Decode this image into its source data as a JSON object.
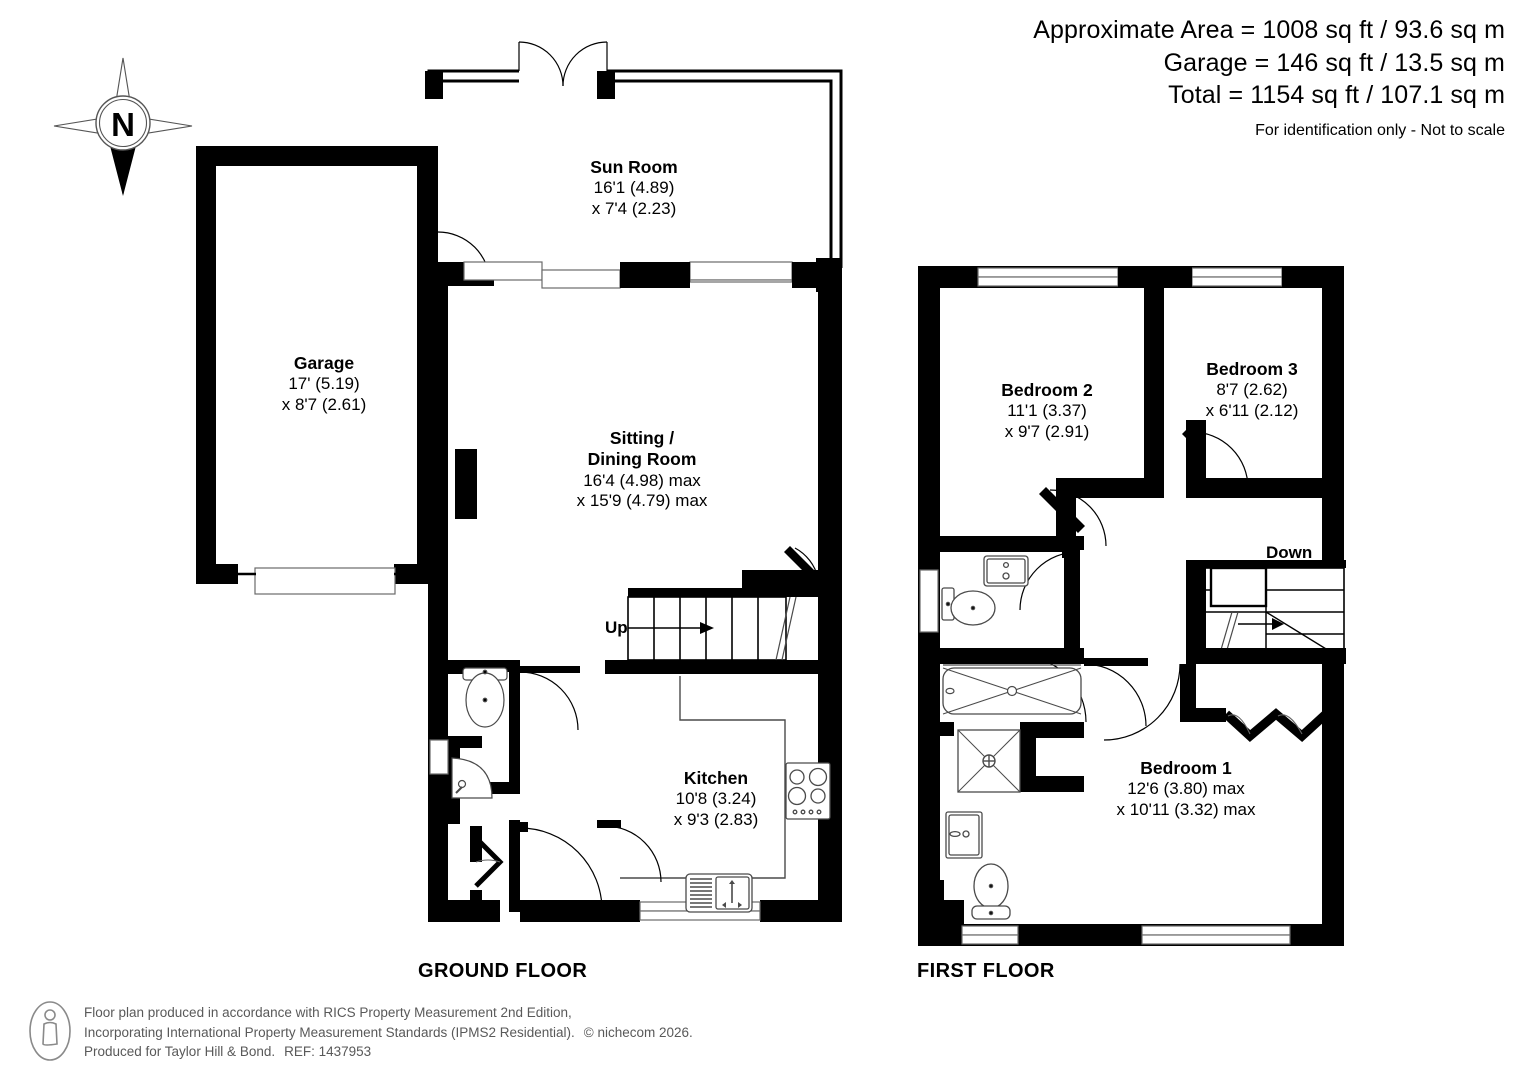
{
  "header": {
    "approximate_area": "Approximate Area = 1008 sq ft / 93.6 sq m",
    "garage_area": "Garage = 146 sq ft / 13.5 sq m",
    "total_area": "Total = 1154 sq ft / 107.1 sq m",
    "disclaimer": "For identification only - Not to scale"
  },
  "compass": {
    "north_label": "N"
  },
  "floors": [
    {
      "id": "ground",
      "caption": "GROUND FLOOR"
    },
    {
      "id": "first",
      "caption": "FIRST FLOOR"
    }
  ],
  "rooms": [
    {
      "id": "sun-room",
      "name": "Sun Room",
      "dim1": "16'1 (4.89)",
      "dim2": "x 7'4 (2.23)",
      "floor": "ground"
    },
    {
      "id": "garage",
      "name": "Garage",
      "dim1": "17' (5.19)",
      "dim2": "x 8'7 (2.61)",
      "floor": "ground"
    },
    {
      "id": "sitting",
      "name": "Sitting /",
      "name2": "Dining Room",
      "dim1": "16'4 (4.98) max",
      "dim2": "x 15'9 (4.79) max",
      "floor": "ground"
    },
    {
      "id": "kitchen",
      "name": "Kitchen",
      "dim1": "10'8 (3.24)",
      "dim2": "x 9'3 (2.83)",
      "floor": "ground"
    },
    {
      "id": "bedroom-2",
      "name": "Bedroom 2",
      "dim1": "11'1 (3.37)",
      "dim2": "x 9'7 (2.91)",
      "floor": "first"
    },
    {
      "id": "bedroom-3",
      "name": "Bedroom 3",
      "dim1": "8'7 (2.62)",
      "dim2": "x 6'11 (2.12)",
      "floor": "first"
    },
    {
      "id": "bedroom-1",
      "name": "Bedroom 1",
      "dim1": "12'6 (3.80) max",
      "dim2": "x 10'11 (3.32) max",
      "floor": "first"
    }
  ],
  "stairs": [
    {
      "id": "up",
      "label": "Up",
      "floor": "ground"
    },
    {
      "id": "down",
      "label": "Down",
      "floor": "first"
    }
  ],
  "footer": {
    "line1": "Floor plan produced in accordance with RICS Property Measurement 2nd Edition,",
    "line2a": "Incorporating International Property Measurement Standards (IPMS2 Residential).",
    "line2b": "© nichecom 2026.",
    "line3a": "Produced for Taylor Hill & Bond.",
    "line3b": "REF: 1437953"
  },
  "colors": {
    "wall": "#000000",
    "background": "#ffffff",
    "fixture_stroke": "#3a3a3a",
    "footer_text": "#595959"
  }
}
